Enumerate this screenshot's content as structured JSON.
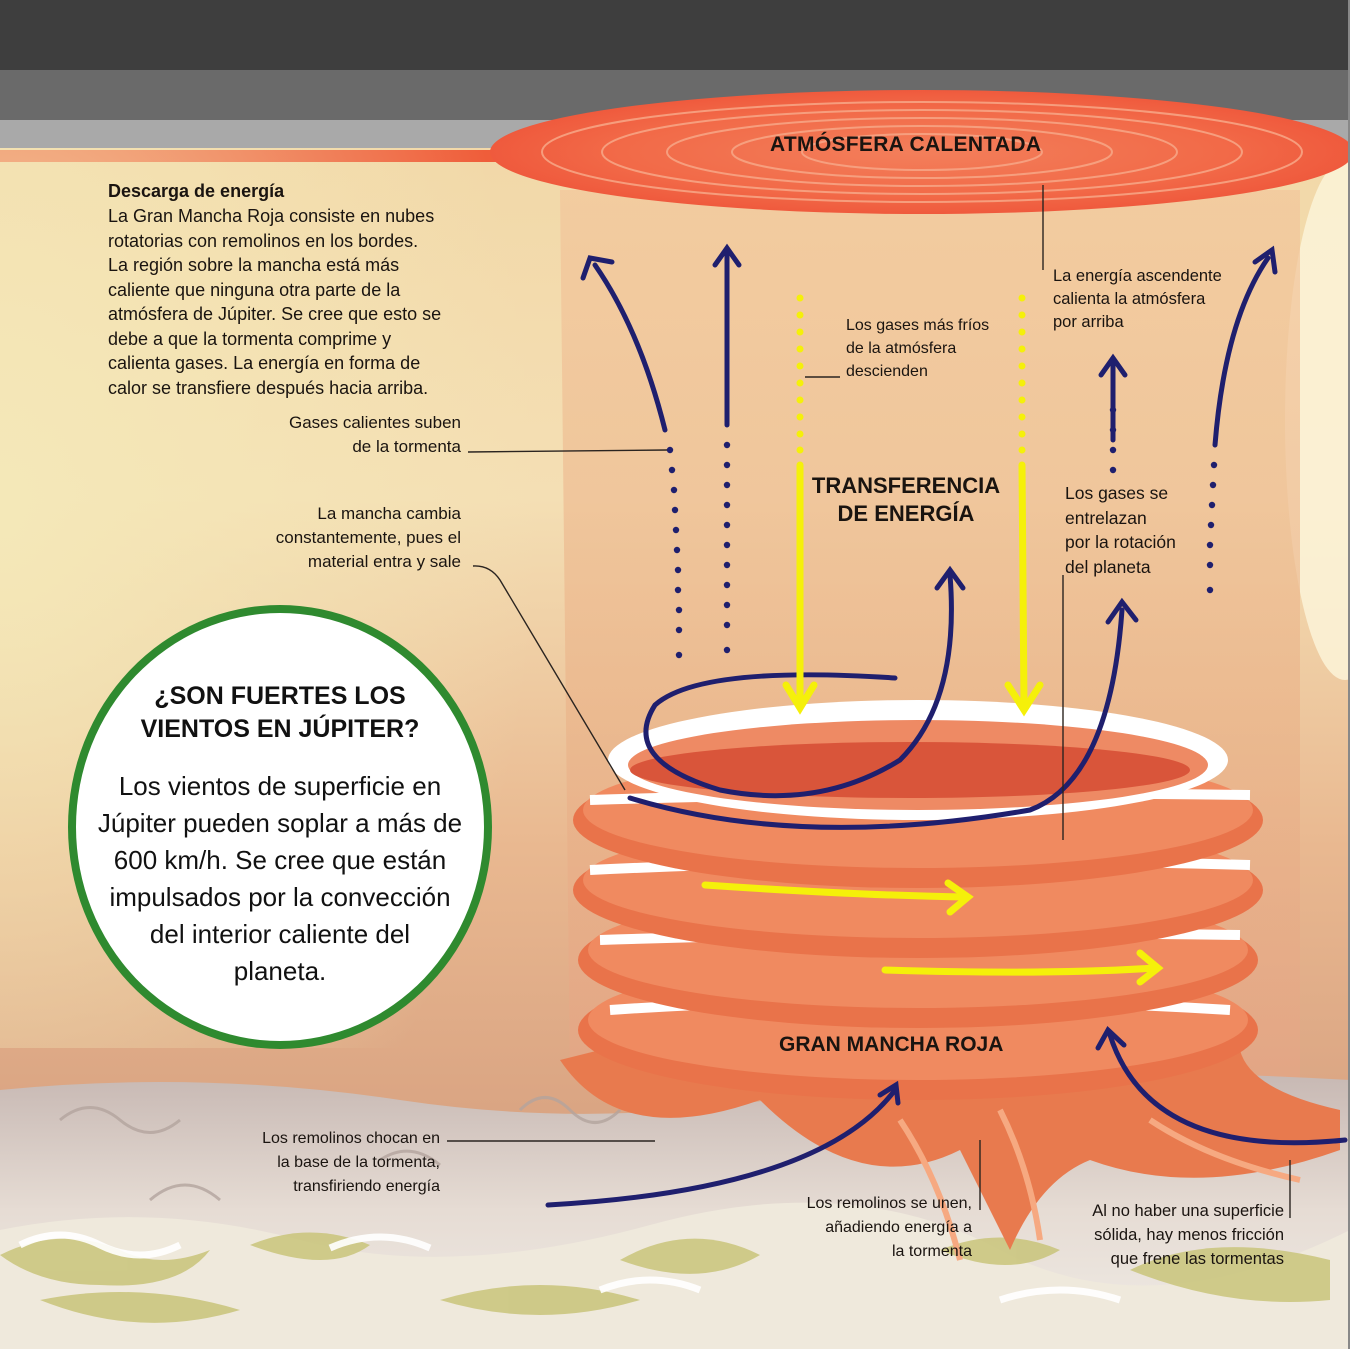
{
  "diagram": {
    "top_title": "ATMÓSFERA CALENTADA",
    "center_title": "TRANSFERENCIA DE ENERGÍA",
    "bottom_title": "GRAN MANCHA ROJA",
    "intro": {
      "heading": "Descarga de energía",
      "lines": [
        "La Gran Mancha Roja consiste en nubes",
        "rotatorias con remolinos en los bordes.",
        "La región sobre la mancha está más",
        "caliente que ninguna otra parte de la",
        "atmósfera de Júpiter. Se cree que esto se",
        "debe a que la tormenta comprime y",
        "calienta gases. La energía en forma de",
        "calor se transfiere después hacia arriba."
      ]
    },
    "labels": {
      "hot_gases": [
        "Gases calientes suben",
        "de la tormenta"
      ],
      "spot_changes": [
        "La mancha cambia",
        "constantemente, pues el",
        "material entra y sale"
      ],
      "cold_gases": [
        "Los gases más fríos",
        "de la atmósfera",
        "descienden"
      ],
      "rising_energy": [
        "La energía ascendente",
        "calienta la atmósfera",
        "por arriba"
      ],
      "intertwine": [
        "Los gases se",
        "entrelazan",
        "por la rotación",
        "del planeta"
      ],
      "eddies_collide": [
        "Los remolinos chocan en",
        "la base de la tormenta,",
        "transfiriendo energía"
      ],
      "eddies_join": [
        "Los remolinos se unen,",
        "añadiendo energía a",
        "la tormenta"
      ],
      "no_surface": [
        "Al no haber una superficie",
        "sólida, hay menos fricción",
        "que frene las tormentas"
      ]
    },
    "callout": {
      "title_lines": [
        "¿SON FUERTES LOS",
        "VIENTOS EN JÚPITER?"
      ],
      "body_lines": [
        "Los vientos de superficie en",
        "Júpiter pueden soplar a más de",
        "600 km/h. Se cree que están",
        "impulsados por la convección",
        "del interior caliente del",
        "planeta."
      ]
    },
    "colors": {
      "arrow_navy": "#1f1f6e",
      "arrow_yellow": "#f5f00a",
      "storm_red": "#e8623c",
      "callout_border": "#2f8a2f"
    }
  }
}
